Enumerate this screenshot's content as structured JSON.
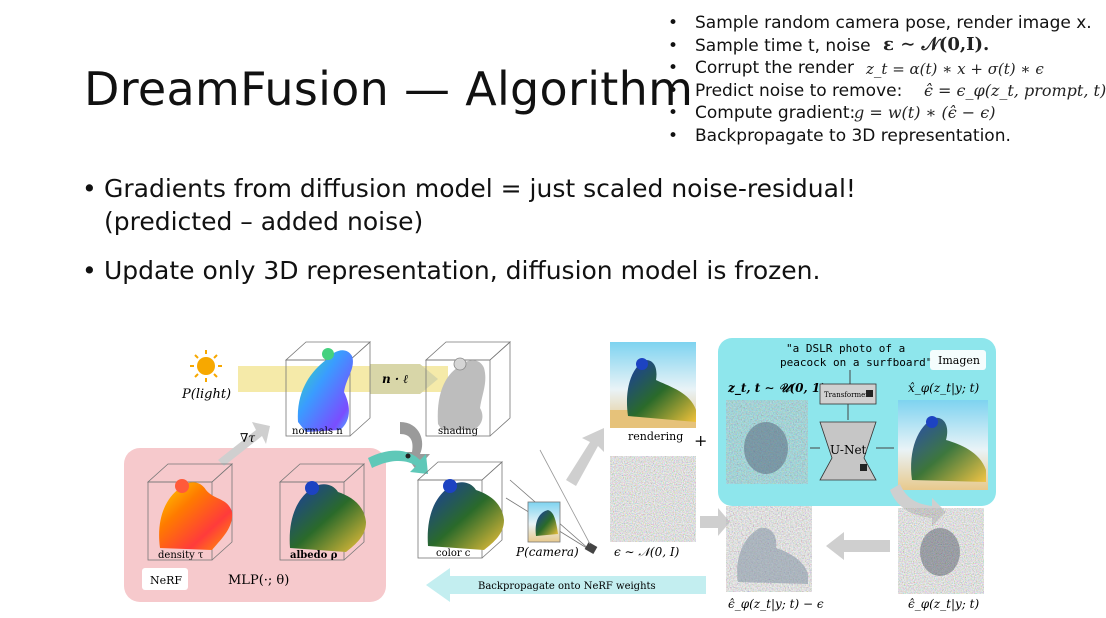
{
  "slide": {
    "title": "DreamFusion — Algorithm",
    "steps": [
      {
        "text": "Sample random camera pose, render image x.",
        "math": ""
      },
      {
        "text": "Sample time t, noise",
        "math": "ε ∼ 𝒩(0,I)."
      },
      {
        "text": "Corrupt the render",
        "math": "z_t = α(t) ∗ x + σ(t) ∗ ϵ"
      },
      {
        "text": "Predict noise to remove:",
        "math": "ϵ̂ = ϵ_φ(z_t, prompt, t)"
      },
      {
        "text": "Compute gradient:",
        "math": "g = w(t) ∗ (ϵ̂ − ϵ)"
      },
      {
        "text": "Backpropagate to 3D representation.",
        "math": ""
      }
    ],
    "bullets": [
      {
        "line1": "Gradients from diffusion model = just scaled noise-residual!",
        "line2": "(predicted – added noise)"
      },
      {
        "line1": "Update only 3D representation, diffusion model is frozen.",
        "line2": ""
      }
    ]
  },
  "figure": {
    "p_light": "P(light)",
    "nabla": "∇τ",
    "n_dot_l": "n · ℓ",
    "normals": "normals n",
    "shading": "shading",
    "density": "density τ",
    "albedo": "albedo ρ",
    "color": "color c",
    "p_camera": "P(camera)",
    "nerf_badge": "NeRF",
    "mlp": "MLP(·; θ)",
    "rendering": "rendering",
    "plus": "+",
    "noise_eq": "ϵ ∼ 𝒩(0, I)",
    "prompt_line1": "\"a DSLR photo of a",
    "prompt_line2": "peacock on a surfboard\"",
    "imagen_badge": "Imagen",
    "zt_eq": "z_t, t ∼ 𝒰(0, 1)",
    "transformer": "Transformer",
    "unet": "U-Net",
    "xhat_eq": "x̂_φ(z_t|y; t)",
    "backprop": "Backpropagate onto NeRF weights",
    "resid_eq": "ϵ̂_φ(z_t|y; t) − ϵ",
    "eps_eq": "ϵ̂_φ(z_t|y; t)"
  },
  "colors": {
    "nerf_bg": "#f6c9cc",
    "imagen_bg": "#8ee6ec",
    "backprop_arrow": "#c3eef0",
    "arrow_gray": "#c9c9c9",
    "light_ray": "#f3e69a"
  }
}
